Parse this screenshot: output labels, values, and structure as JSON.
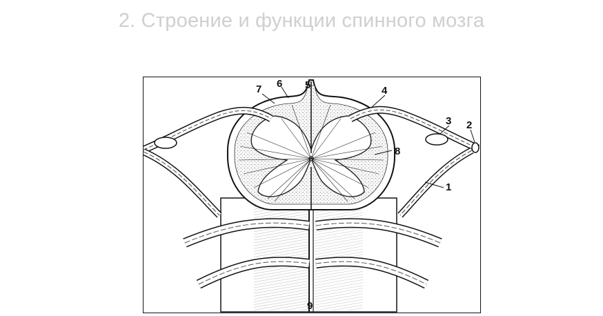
{
  "title": "2. Строение и функции спинного мозга",
  "figure": {
    "labels": [
      "1",
      "2",
      "3",
      "4",
      "5",
      "6",
      "7",
      "8",
      "9"
    ]
  }
}
